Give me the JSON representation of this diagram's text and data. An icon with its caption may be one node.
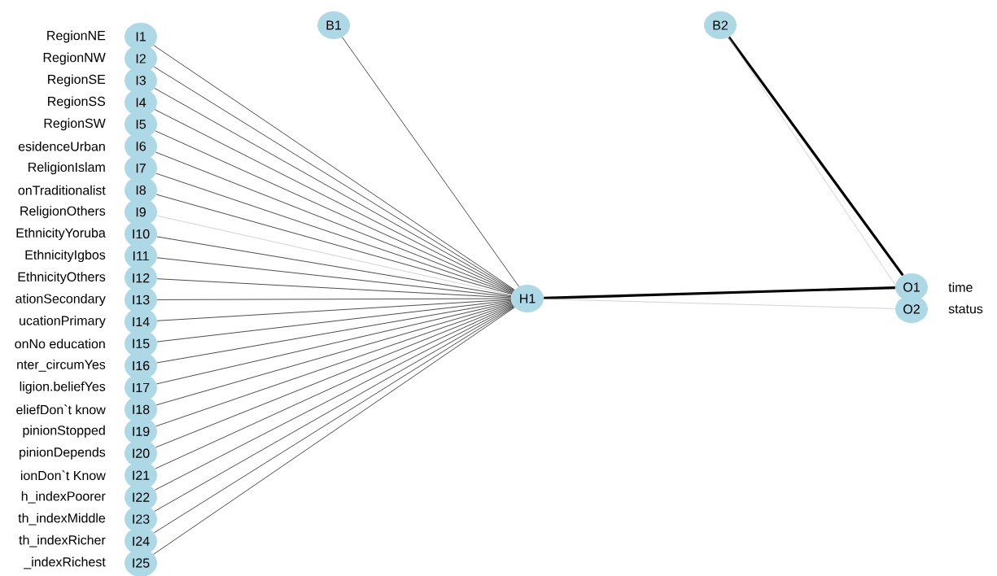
{
  "diagram": {
    "nodes": [
      {
        "text": [
          "I1"
        ],
        "beside": [
          "RegionNE"
        ]
      },
      {
        "text": [
          "I2"
        ],
        "beside": [
          "RegionNW"
        ]
      },
      {
        "text": [
          "I3"
        ],
        "beside": [
          "RegionSE"
        ]
      },
      {
        "text": [
          "I4"
        ],
        "beside": [
          "RegionSS"
        ]
      },
      {
        "text": [
          "I5"
        ],
        "beside": [
          "RegionSW"
        ]
      },
      {
        "text": [
          "I6"
        ],
        "beside": [
          "esidenceUrban"
        ]
      },
      {
        "text": [
          "I7"
        ],
        "beside": [
          "ReligionIslam"
        ]
      },
      {
        "text": [
          "I8"
        ],
        "beside": [
          "onTraditionalist"
        ]
      },
      {
        "text": [
          "I9"
        ],
        "beside": [
          "ReligionOthers"
        ]
      },
      {
        "text": [
          "I10"
        ],
        "beside": [
          "EthnicityYoruba"
        ]
      },
      {
        "text": [
          "I11"
        ],
        "beside": [
          "EthnicityIgbos"
        ]
      },
      {
        "text": [
          "I12"
        ],
        "beside": [
          "EthnicityOthers"
        ]
      },
      {
        "text": [
          "I13"
        ],
        "beside": [
          "ationSecondary"
        ]
      },
      {
        "text": [
          "I14"
        ],
        "beside": [
          "ucationPrimary"
        ]
      },
      {
        "text": [
          "I15"
        ],
        "beside": [
          "onNo education"
        ]
      },
      {
        "text": [
          "I16"
        ],
        "beside": [
          "nter_circumYes"
        ]
      },
      {
        "text": [
          "I17"
        ],
        "beside": [
          "ligion.beliefYes"
        ]
      },
      {
        "text": [
          "I18"
        ],
        "beside": [
          "eliefDon`t know"
        ]
      },
      {
        "text": [
          "I19"
        ],
        "beside": [
          "pinionStopped"
        ]
      },
      {
        "text": [
          "I20"
        ],
        "beside": [
          "pinionDepends"
        ]
      },
      {
        "text": [
          "I21"
        ],
        "beside": [
          "ionDon`t Know"
        ]
      },
      {
        "text": [
          "I22"
        ],
        "beside": [
          "h_indexPoorer"
        ]
      },
      {
        "text": [
          "I23"
        ],
        "beside": [
          "th_indexMiddle"
        ]
      },
      {
        "text": [
          "I24"
        ],
        "beside": [
          "th_indexRicher"
        ]
      },
      {
        "text": [
          "I25"
        ],
        "beside": [
          "_indexRichest"
        ]
      },
      {
        "text": [
          "B1"
        ]
      },
      {
        "text": [
          "H1"
        ]
      },
      {
        "text": [
          "B2"
        ]
      },
      {
        "text": [
          "O1"
        ],
        "beside": [
          "time"
        ]
      },
      {
        "text": [
          "O2"
        ],
        "beside": [
          "status"
        ]
      }
    ],
    "edges": [
      {
        "from": 0,
        "to": 26,
        "arrow": "none"
      },
      {
        "from": 1,
        "to": 26,
        "arrow": "none"
      },
      {
        "from": 2,
        "to": 26,
        "arrow": "none"
      },
      {
        "from": 3,
        "to": 26,
        "arrow": "none"
      },
      {
        "from": 4,
        "to": 26,
        "arrow": "none"
      },
      {
        "from": 5,
        "to": 26,
        "arrow": "none"
      },
      {
        "from": 6,
        "to": 26,
        "arrow": "none"
      },
      {
        "from": 7,
        "to": 26,
        "arrow": "none"
      },
      {
        "from": 8,
        "to": 26,
        "arrow": "none",
        "color": "#c0c0c0"
      },
      {
        "from": 9,
        "to": 26,
        "arrow": "none"
      },
      {
        "from": 10,
        "to": 26,
        "arrow": "none"
      },
      {
        "from": 11,
        "to": 26,
        "arrow": "none"
      },
      {
        "from": 12,
        "to": 26,
        "arrow": "none"
      },
      {
        "from": 13,
        "to": 26,
        "arrow": "none"
      },
      {
        "from": 14,
        "to": 26,
        "arrow": "none"
      },
      {
        "from": 15,
        "to": 26,
        "arrow": "none"
      },
      {
        "from": 16,
        "to": 26,
        "arrow": "none"
      },
      {
        "from": 17,
        "to": 26,
        "arrow": "none"
      },
      {
        "from": 18,
        "to": 26,
        "arrow": "none"
      },
      {
        "from": 19,
        "to": 26,
        "arrow": "none"
      },
      {
        "from": 20,
        "to": 26,
        "arrow": "none"
      },
      {
        "from": 21,
        "to": 26,
        "arrow": "none"
      },
      {
        "from": 22,
        "to": 26,
        "arrow": "none"
      },
      {
        "from": 23,
        "to": 26,
        "arrow": "none"
      },
      {
        "from": 24,
        "to": 26,
        "arrow": "none"
      },
      {
        "from": 25,
        "to": 26,
        "arrow": "none"
      },
      {
        "from": 26,
        "to": 28,
        "arrow": "none",
        "style": "thick"
      },
      {
        "from": 26,
        "to": 29,
        "arrow": "none",
        "color": "#c0c0c0"
      },
      {
        "from": 27,
        "to": 28,
        "arrow": "none",
        "style": "thick"
      },
      {
        "from": 27,
        "to": 29,
        "arrow": "none",
        "color": "#c0c0c0"
      }
    ]
  }
}
